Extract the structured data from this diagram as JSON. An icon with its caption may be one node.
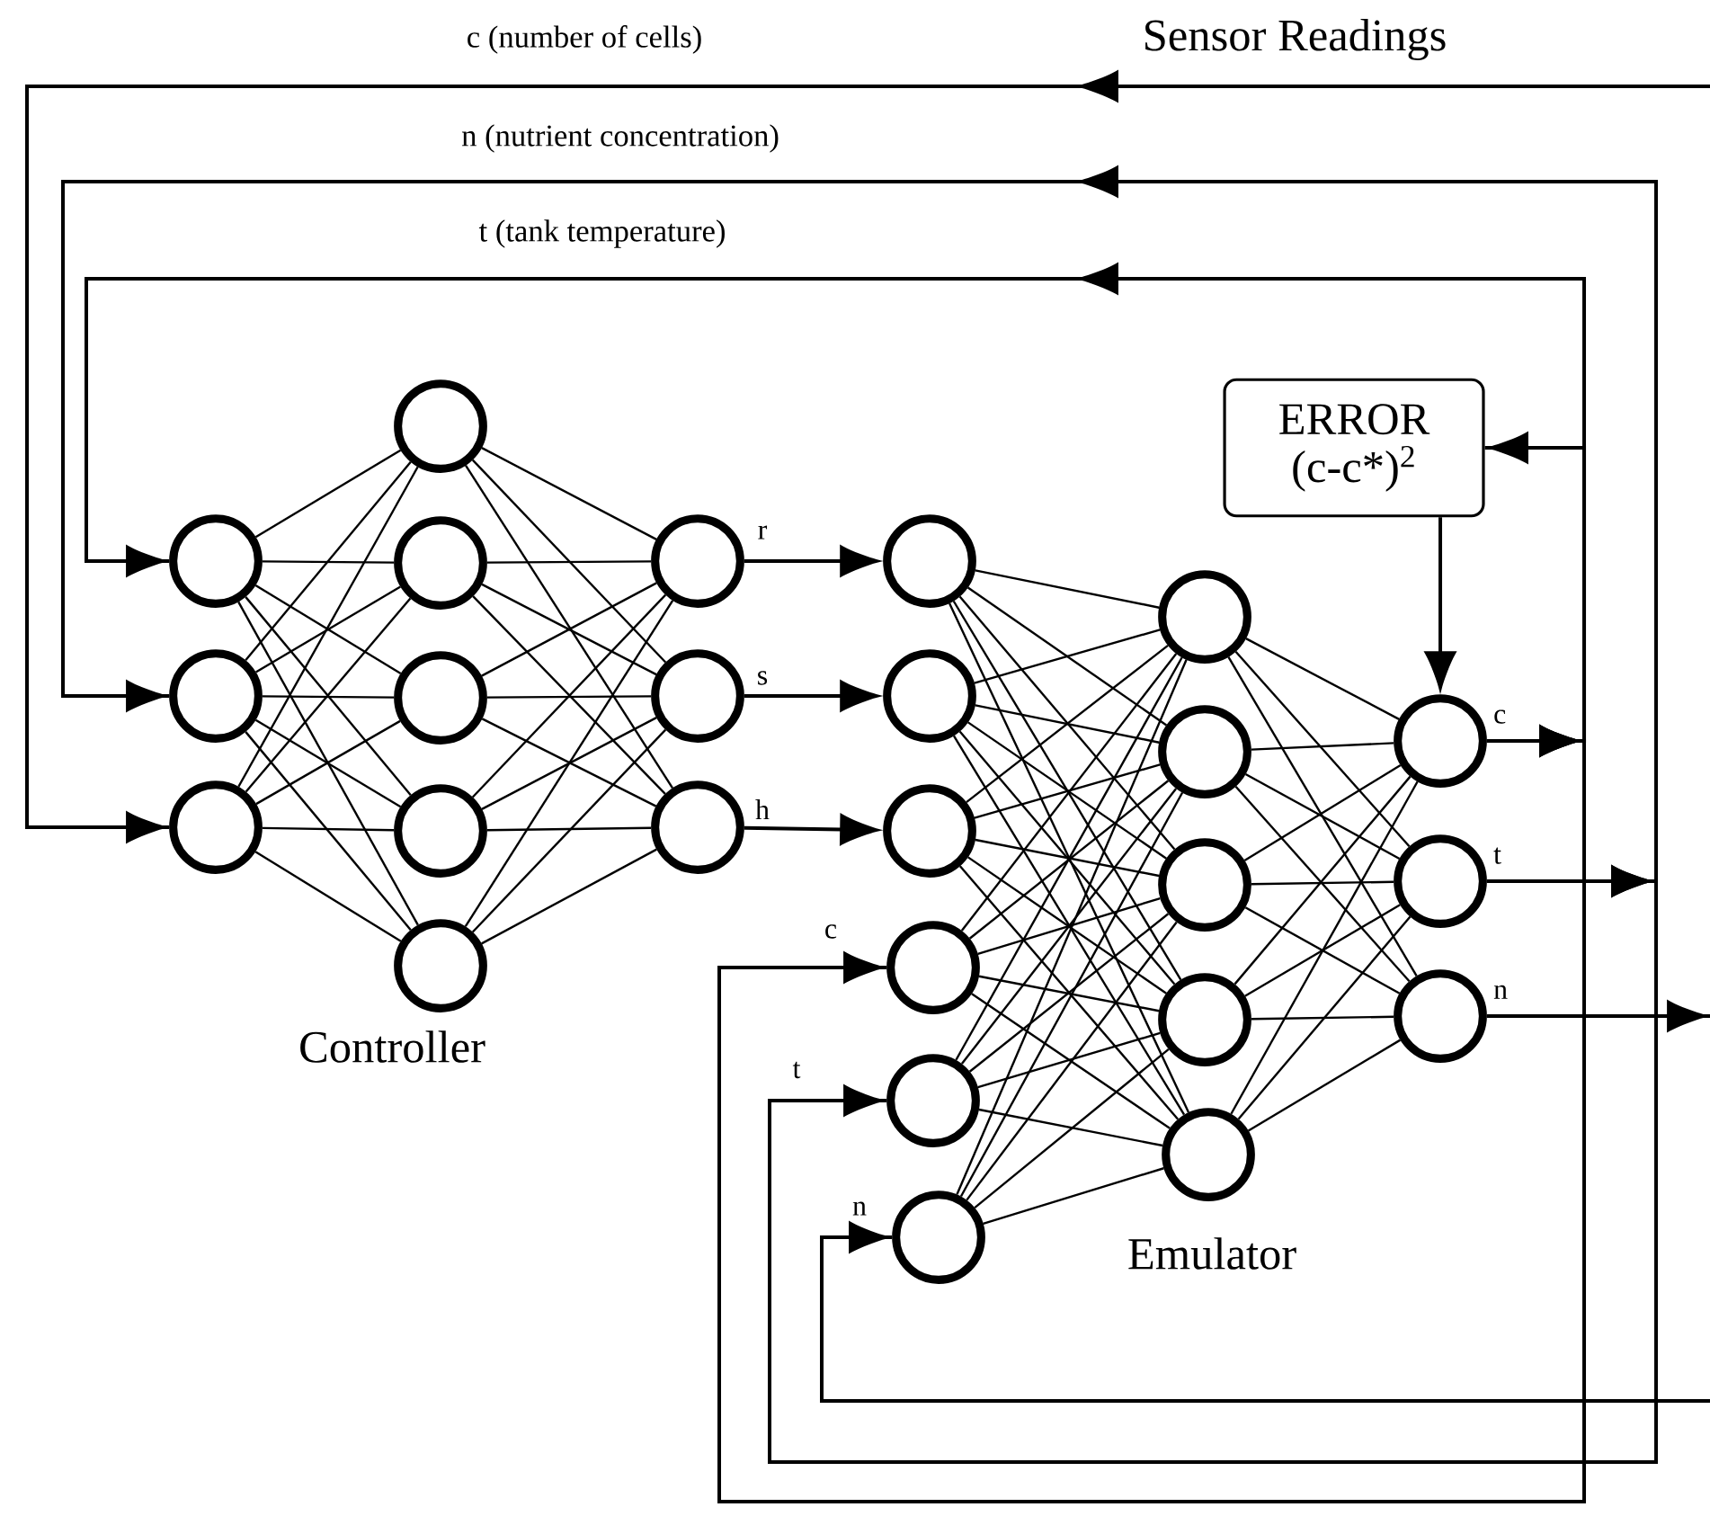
{
  "diagram": {
    "nodes": [
      {
        "text": [],
        "shape": "circle"
      },
      {
        "text": [],
        "shape": "circle"
      },
      {
        "text": [],
        "shape": "circle"
      },
      {
        "text": [],
        "shape": "circle"
      },
      {
        "text": [],
        "shape": "circle"
      },
      {
        "text": [],
        "shape": "circle"
      },
      {
        "text": [],
        "shape": "circle"
      },
      {
        "text": [],
        "shape": "circle"
      },
      {
        "text": [],
        "shape": "circle"
      },
      {
        "text": [],
        "shape": "circle"
      },
      {
        "text": [],
        "shape": "circle"
      },
      {
        "text": [],
        "shape": "circle"
      },
      {
        "text": [],
        "shape": "circle"
      },
      {
        "text": [],
        "shape": "circle"
      },
      {
        "text": [],
        "shape": "circle"
      },
      {
        "text": [],
        "shape": "circle"
      },
      {
        "text": [],
        "shape": "circle"
      },
      {
        "text": [],
        "shape": "circle"
      },
      {
        "text": [],
        "shape": "circle"
      },
      {
        "text": [],
        "shape": "circle"
      },
      {
        "text": [],
        "shape": "circle"
      },
      {
        "text": [],
        "shape": "circle"
      },
      {
        "text": [],
        "shape": "circle",
        "beside": [
          "c"
        ]
      },
      {
        "text": [],
        "shape": "circle",
        "beside": [
          "t"
        ]
      },
      {
        "text": [],
        "shape": "circle",
        "beside": [
          "n"
        ]
      },
      {
        "text": [
          "ERROR",
          "(c-c*)$^{2}$"
        ]
      }
    ],
    "edges": [
      {
        "from": null,
        "to": 2,
        "arrow": "to",
        "label": "c (number of cells)"
      },
      {
        "from": 23,
        "to": 1,
        "arrow": "to",
        "label": "n (nutrient concentration)"
      },
      {
        "from": 22,
        "to": 0,
        "arrow": "to",
        "label": "t (tank temperature)"
      },
      {
        "from": 22,
        "to": 25,
        "arrow": "to"
      },
      {
        "from": 25,
        "to": 22,
        "arrow": "to"
      },
      {
        "from": 8,
        "to": 11,
        "arrow": "to",
        "label": "r"
      },
      {
        "from": 9,
        "to": 12,
        "arrow": "to",
        "label": "s"
      },
      {
        "from": 10,
        "to": 13,
        "arrow": "to",
        "label": "h"
      },
      {
        "from": 22,
        "to": 14,
        "arrow": "to",
        "label": "c"
      },
      {
        "from": 23,
        "to": 15,
        "arrow": "to",
        "label": "t"
      },
      {
        "from": null,
        "to": 16,
        "arrow": "to",
        "label": "n"
      },
      {
        "from": 24,
        "to": null,
        "arrow": "to"
      },
      {
        "from": 0,
        "to": 3,
        "arrow": "none"
      },
      {
        "from": 0,
        "to": 4,
        "arrow": "none"
      },
      {
        "from": 0,
        "to": 5,
        "arrow": "none"
      },
      {
        "from": 0,
        "to": 6,
        "arrow": "none"
      },
      {
        "from": 0,
        "to": 7,
        "arrow": "none"
      },
      {
        "from": 1,
        "to": 3,
        "arrow": "none"
      },
      {
        "from": 1,
        "to": 4,
        "arrow": "none"
      },
      {
        "from": 1,
        "to": 5,
        "arrow": "none"
      },
      {
        "from": 1,
        "to": 6,
        "arrow": "none"
      },
      {
        "from": 1,
        "to": 7,
        "arrow": "none"
      },
      {
        "from": 2,
        "to": 3,
        "arrow": "none"
      },
      {
        "from": 2,
        "to": 4,
        "arrow": "none"
      },
      {
        "from": 2,
        "to": 5,
        "arrow": "none"
      },
      {
        "from": 2,
        "to": 6,
        "arrow": "none"
      },
      {
        "from": 2,
        "to": 7,
        "arrow": "none"
      },
      {
        "from": 3,
        "to": 8,
        "arrow": "none"
      },
      {
        "from": 3,
        "to": 9,
        "arrow": "none"
      },
      {
        "from": 3,
        "to": 10,
        "arrow": "none"
      },
      {
        "from": 4,
        "to": 8,
        "arrow": "none"
      },
      {
        "from": 4,
        "to": 9,
        "arrow": "none"
      },
      {
        "from": 4,
        "to": 10,
        "arrow": "none"
      },
      {
        "from": 5,
        "to": 8,
        "arrow": "none"
      },
      {
        "from": 5,
        "to": 9,
        "arrow": "none"
      },
      {
        "from": 5,
        "to": 10,
        "arrow": "none"
      },
      {
        "from": 6,
        "to": 8,
        "arrow": "none"
      },
      {
        "from": 6,
        "to": 9,
        "arrow": "none"
      },
      {
        "from": 6,
        "to": 10,
        "arrow": "none"
      },
      {
        "from": 7,
        "to": 8,
        "arrow": "none"
      },
      {
        "from": 7,
        "to": 9,
        "arrow": "none"
      },
      {
        "from": 7,
        "to": 10,
        "arrow": "none"
      },
      {
        "from": 11,
        "to": 17,
        "arrow": "none"
      },
      {
        "from": 11,
        "to": 18,
        "arrow": "none"
      },
      {
        "from": 11,
        "to": 19,
        "arrow": "none"
      },
      {
        "from": 11,
        "to": 20,
        "arrow": "none"
      },
      {
        "from": 11,
        "to": 21,
        "arrow": "none"
      },
      {
        "from": 12,
        "to": 17,
        "arrow": "none"
      },
      {
        "from": 12,
        "to": 18,
        "arrow": "none"
      },
      {
        "from": 12,
        "to": 19,
        "arrow": "none"
      },
      {
        "from": 12,
        "to": 20,
        "arrow": "none"
      },
      {
        "from": 12,
        "to": 21,
        "arrow": "none"
      },
      {
        "from": 13,
        "to": 17,
        "arrow": "none"
      },
      {
        "from": 13,
        "to": 18,
        "arrow": "none"
      },
      {
        "from": 13,
        "to": 19,
        "arrow": "none"
      },
      {
        "from": 13,
        "to": 20,
        "arrow": "none"
      },
      {
        "from": 13,
        "to": 21,
        "arrow": "none"
      },
      {
        "from": 14,
        "to": 17,
        "arrow": "none"
      },
      {
        "from": 14,
        "to": 18,
        "arrow": "none"
      },
      {
        "from": 14,
        "to": 19,
        "arrow": "none"
      },
      {
        "from": 14,
        "to": 20,
        "arrow": "none"
      },
      {
        "from": 14,
        "to": 21,
        "arrow": "none"
      },
      {
        "from": 15,
        "to": 17,
        "arrow": "none"
      },
      {
        "from": 15,
        "to": 18,
        "arrow": "none"
      },
      {
        "from": 15,
        "to": 19,
        "arrow": "none"
      },
      {
        "from": 15,
        "to": 20,
        "arrow": "none"
      },
      {
        "from": 15,
        "to": 21,
        "arrow": "none"
      },
      {
        "from": 16,
        "to": 17,
        "arrow": "none"
      },
      {
        "from": 16,
        "to": 18,
        "arrow": "none"
      },
      {
        "from": 16,
        "to": 19,
        "arrow": "none"
      },
      {
        "from": 16,
        "to": 20,
        "arrow": "none"
      },
      {
        "from": 16,
        "to": 21,
        "arrow": "none"
      },
      {
        "from": 17,
        "to": 22,
        "arrow": "none"
      },
      {
        "from": 17,
        "to": 23,
        "arrow": "none"
      },
      {
        "from": 17,
        "to": 24,
        "arrow": "none"
      },
      {
        "from": 18,
        "to": 22,
        "arrow": "none"
      },
      {
        "from": 18,
        "to": 23,
        "arrow": "none"
      },
      {
        "from": 18,
        "to": 24,
        "arrow": "none"
      },
      {
        "from": 19,
        "to": 22,
        "arrow": "none"
      },
      {
        "from": 19,
        "to": 23,
        "arrow": "none"
      },
      {
        "from": 19,
        "to": 24,
        "arrow": "none"
      },
      {
        "from": 20,
        "to": 22,
        "arrow": "none"
      },
      {
        "from": 20,
        "to": 23,
        "arrow": "none"
      },
      {
        "from": 20,
        "to": 24,
        "arrow": "none"
      },
      {
        "from": 21,
        "to": 22,
        "arrow": "none"
      },
      {
        "from": 21,
        "to": 23,
        "arrow": "none"
      },
      {
        "from": 21,
        "to": 24,
        "arrow": "none"
      }
    ],
    "labels": [
      "Sensor Readings",
      "Controller",
      "Emulator"
    ]
  }
}
